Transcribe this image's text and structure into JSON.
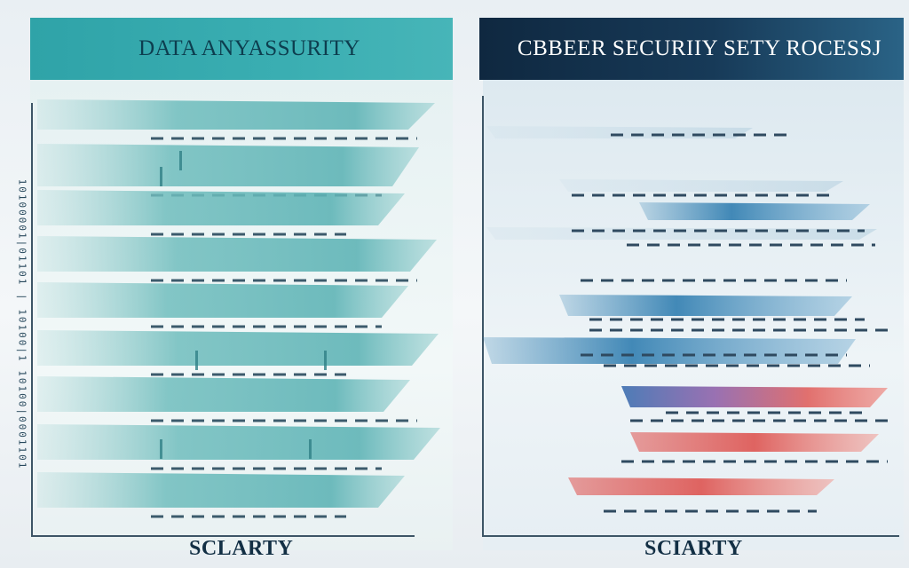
{
  "left_panel": {
    "title": "DATA ANYASSURITY",
    "y_axis_text": "10100001|01101 | 10100|1 10100|0001101",
    "x_axis_label": "SCLARTY",
    "accent_color": "#3aaeb2",
    "bar_color": "#63b8b9"
  },
  "right_panel": {
    "title": "CBBEER SECURIIY SETY ROCESSJ",
    "x_axis_label": "SCIARTY",
    "accent_color": "#173a58",
    "bar_colors": [
      "#3b86b5",
      "#7a5ea8",
      "#e0625f"
    ]
  }
}
